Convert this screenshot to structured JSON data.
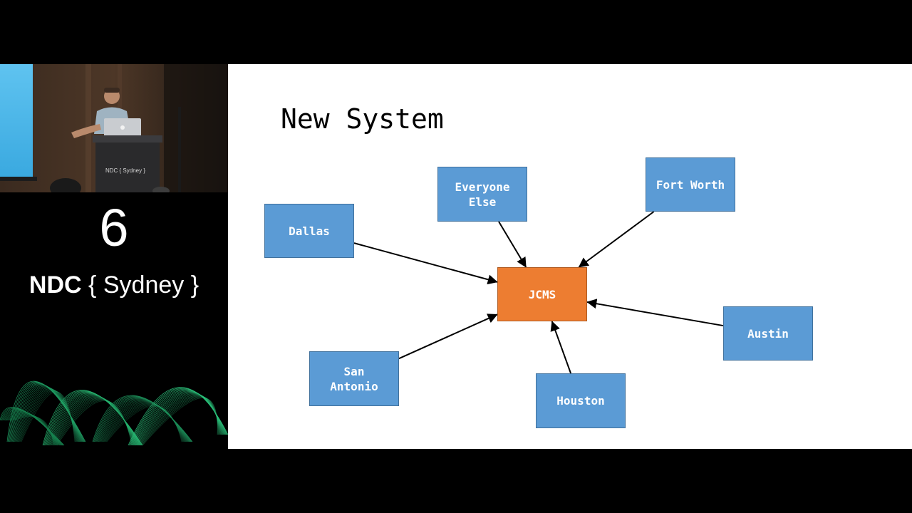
{
  "conference": {
    "track_number": "6",
    "brand": "NDC",
    "brace_open": "{",
    "city": "Sydney",
    "brace_close": "}",
    "podium_sign": "NDC { Sydney }"
  },
  "slide": {
    "title": "New System",
    "diagram": {
      "hub": {
        "id": "jcms",
        "label": "JCMS",
        "color": "#ed7d31"
      },
      "spoke_color": "#5b9bd5",
      "arrow_color": "#000000",
      "spokes": [
        {
          "id": "dallas",
          "label": "Dallas"
        },
        {
          "id": "everyone-else",
          "label": "Everyone\nElse"
        },
        {
          "id": "fort-worth",
          "label": "Fort Worth"
        },
        {
          "id": "austin",
          "label": "Austin"
        },
        {
          "id": "houston",
          "label": "Houston"
        },
        {
          "id": "san-antonio",
          "label": "San\nAntonio"
        }
      ],
      "edges": [
        {
          "from": "dallas",
          "to": "jcms"
        },
        {
          "from": "everyone-else",
          "to": "jcms"
        },
        {
          "from": "fort-worth",
          "to": "jcms"
        },
        {
          "from": "austin",
          "to": "jcms"
        },
        {
          "from": "houston",
          "to": "jcms"
        },
        {
          "from": "san-antonio",
          "to": "jcms"
        }
      ]
    }
  }
}
